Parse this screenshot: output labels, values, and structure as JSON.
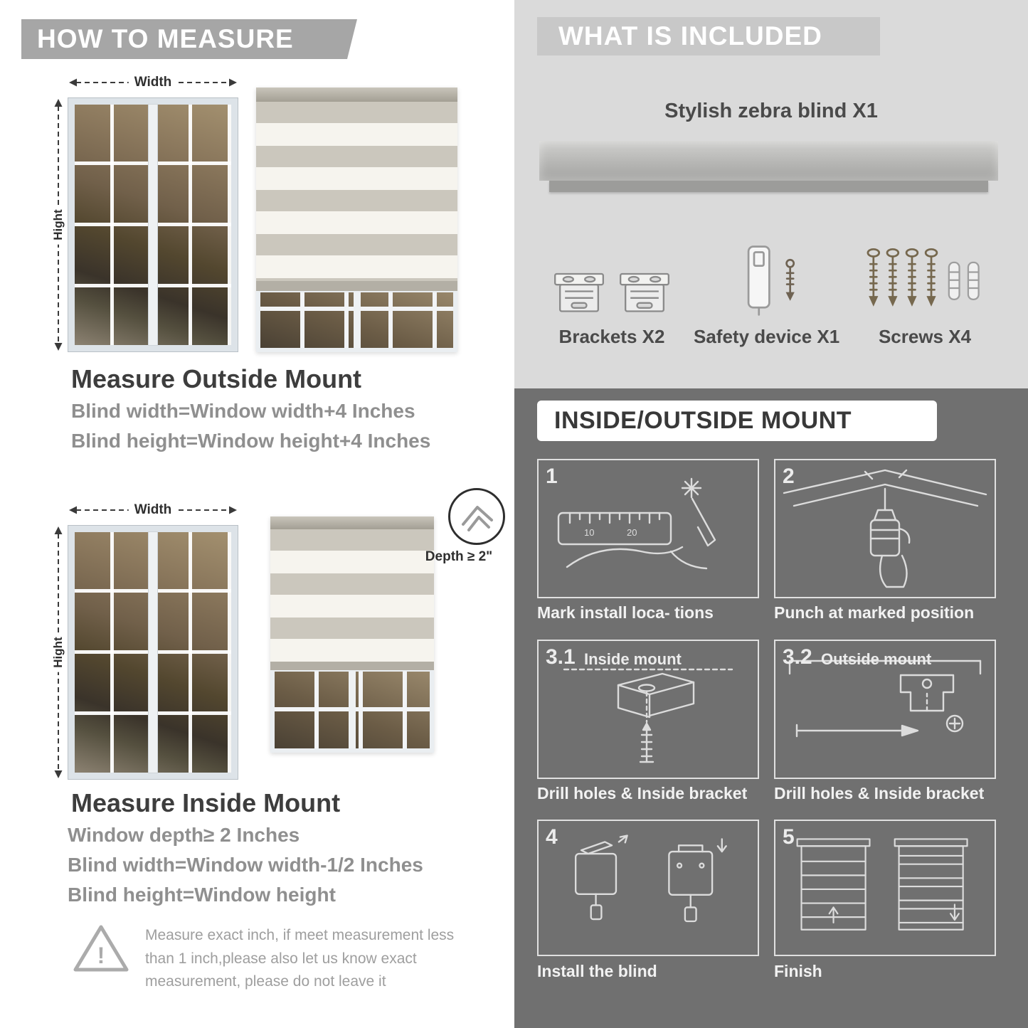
{
  "colors": {
    "banner_gray": "#a6a6a6",
    "included_bg": "#dadada",
    "included_band": "#c8c8c8",
    "mount_bg": "#707070",
    "heading_dark": "#3d3d3d",
    "body_gray": "#8f8f8f"
  },
  "left": {
    "banner": "HOW TO MEASURE",
    "outside": {
      "width_label": "Width",
      "height_label": "Hight",
      "heading": "Measure Outside Mount",
      "line1": "Blind width=Window width+4 Inches",
      "line2": "Blind height=Window height+4 Inches"
    },
    "inside": {
      "width_label": "Width",
      "height_label": "Hight",
      "depth_label": "Depth ≥ 2\"",
      "heading": "Measure Inside Mount",
      "line1": "Window depth≥ 2 Inches",
      "line2": "Blind width=Window width-1/2 Inches",
      "line3": "Blind height=Window height"
    },
    "warning": {
      "mark": "!",
      "text": "Measure exact inch, if meet measurement less than 1 inch,please also let us know exact measurement, please do not leave it"
    }
  },
  "right": {
    "included": {
      "banner": "WHAT IS INCLUDED",
      "blind_label": "Stylish zebra blind X1",
      "items": [
        {
          "icon": "brackets-icon",
          "label": "Brackets X2"
        },
        {
          "icon": "safety-device-icon",
          "label": "Safety device X1"
        },
        {
          "icon": "screws-icon",
          "label": "Screws X4"
        }
      ]
    },
    "mount": {
      "banner": "INSIDE/OUTSIDE MOUNT",
      "steps": [
        {
          "num": "1",
          "title": "",
          "caption": "Mark install loca- tions"
        },
        {
          "num": "2",
          "title": "",
          "caption": "Punch at marked position"
        },
        {
          "num": "3.1",
          "title": "Inside mount",
          "caption": "Drill holes & Inside bracket"
        },
        {
          "num": "3.2",
          "title": "Outside mount",
          "caption": "Drill holes & Inside bracket"
        },
        {
          "num": "4",
          "title": "",
          "caption": "Install the blind"
        },
        {
          "num": "5",
          "title": "",
          "caption": "Finish"
        }
      ]
    }
  }
}
